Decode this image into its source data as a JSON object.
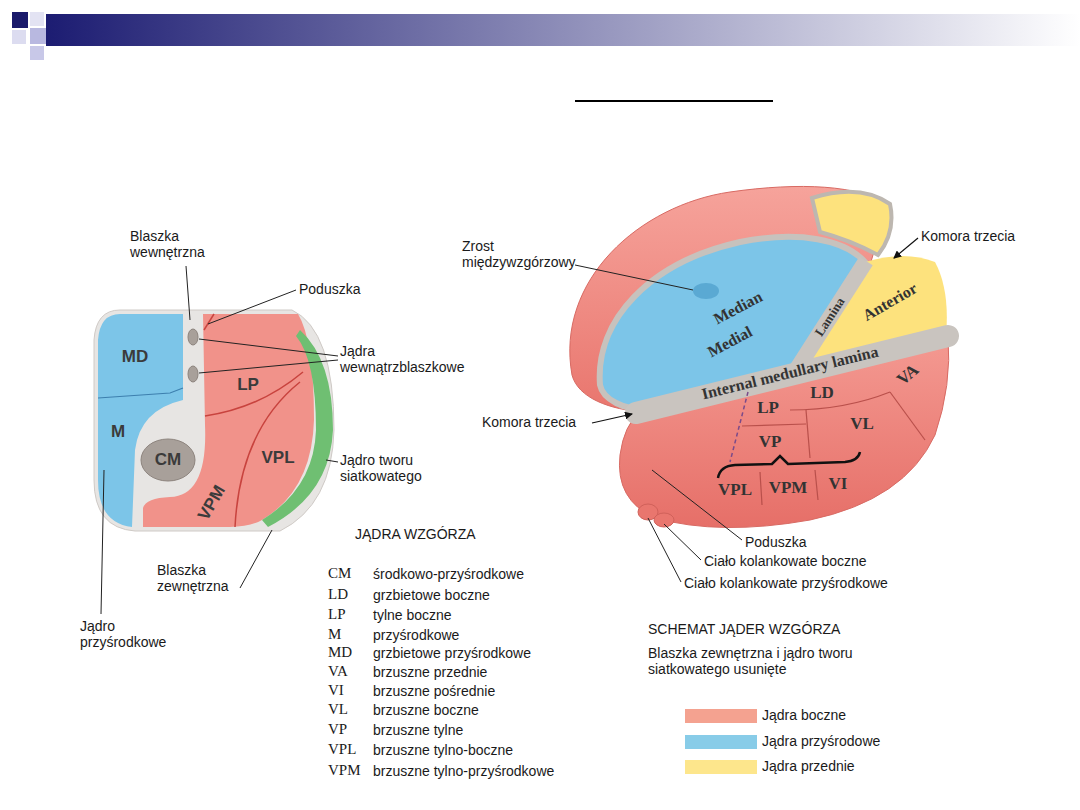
{
  "diagram": {
    "labels": [
      "Blaszka wewnętrzna",
      "Poduszka",
      "Jądra wewnątrzblaszkowe",
      "Jądro tworu siatkowatego",
      "Blaszka zewnętrzna",
      "Jądro przyśrodkowe",
      "MD",
      "M",
      "CM",
      "LP",
      "VPL",
      "VPM",
      "JĄDRA WZGÓRZA",
      "CM",
      "środkowo-przyśrodkowe",
      "LD",
      "grzbietowe boczne",
      "LP",
      "tylne boczne",
      "M",
      "przyśrodkowe",
      "MD",
      "grzbietowe przyśrodkowe",
      "VA",
      "brzuszne przednie",
      "VI",
      "brzuszne pośrednie",
      "VL",
      "brzuszne boczne",
      "VP",
      "brzuszne tylne",
      "VPL",
      "brzuszne tylno-boczne",
      "VPM",
      "brzuszne tylno-przyśrodkowe",
      "Zrost międzywzgórzowy",
      "Komora trzecia",
      "Komora trzecia",
      "Median",
      "Medial",
      "Lamina",
      "Anterior",
      "Internal medullary lamina",
      "LD",
      "VA",
      "LP",
      "VL",
      "VP",
      "VPL",
      "VPM",
      "VI",
      "Poduszka",
      "Ciało kolankowate boczne",
      "Ciało kolankowate przyśrodkowe",
      "SCHEMAT JĄDER WZGÓRZA",
      "Blaszka zewnętrzna i jądro tworu siatkowatego usunięte"
    ],
    "legend": [
      {
        "text": "Jądra boczne",
        "color": "#f4a290"
      },
      {
        "text": "Jądra przyśrodowe",
        "color": "#88cce8"
      },
      {
        "text": "Jądra przednie",
        "color": "#fde68c"
      }
    ]
  }
}
